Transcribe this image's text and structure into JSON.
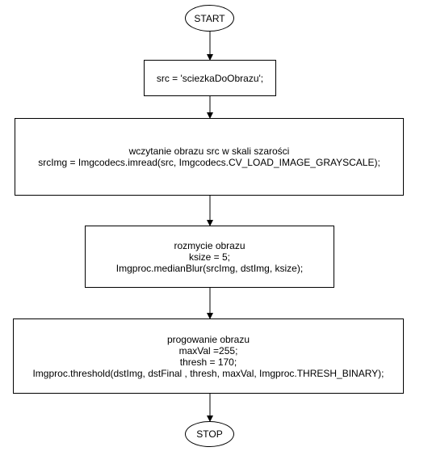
{
  "flowchart": {
    "start_label": "START",
    "stop_label": "STOP",
    "step1": {
      "lines": [
        "src = 'sciezkaDoObrazu';"
      ]
    },
    "step2": {
      "lines": [
        "wczytanie obrazu src w skali szarości",
        "srcImg = Imgcodecs.imread(src, Imgcodecs.CV_LOAD_IMAGE_GRAYSCALE);"
      ]
    },
    "step3": {
      "lines": [
        "rozmycie obrazu",
        "ksize = 5;",
        "Imgproc.medianBlur(srcImg, dstImg, ksize);"
      ]
    },
    "step4": {
      "lines": [
        "progowanie obrazu",
        "maxVal =255;",
        "thresh = 170;",
        "Imgproc.threshold(dstImg, dstFinal , thresh, maxVal, Imgproc.THRESH_BINARY);"
      ]
    }
  }
}
